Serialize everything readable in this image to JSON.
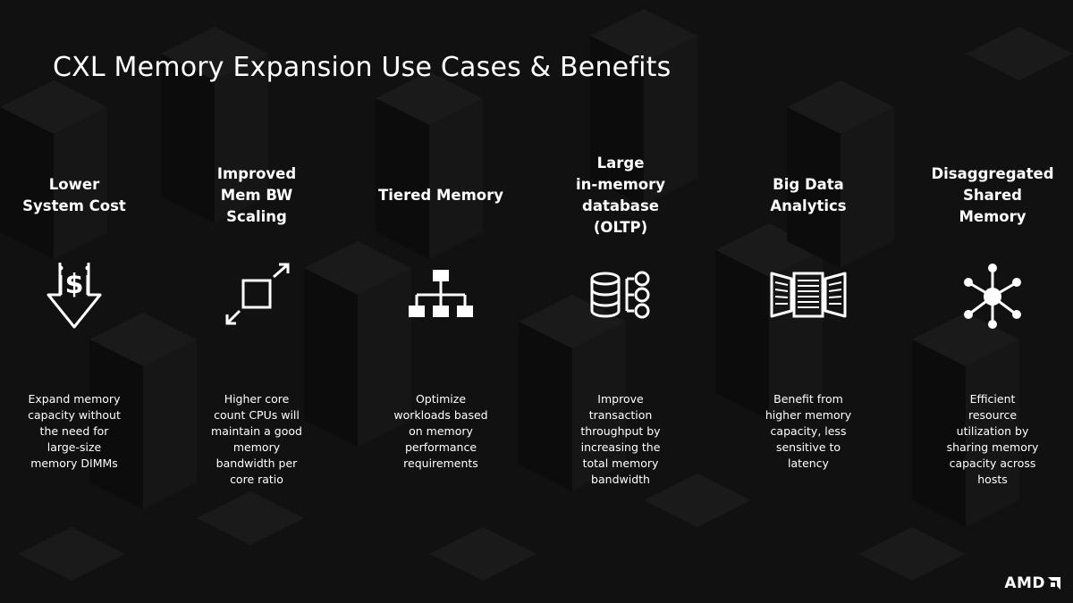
{
  "slide": {
    "title": "CXL Memory Expansion Use Cases & Benefits",
    "logo_text": "AMD",
    "colors": {
      "background": "#101010",
      "text": "#ffffff"
    }
  },
  "columns": [
    {
      "heading": "Lower\nSystem Cost",
      "icon": "dollar-down-arrow-icon",
      "description": "Expand memory\ncapacity without\nthe need for\nlarge-size\nmemory DIMMs"
    },
    {
      "heading": "Improved\nMem BW\nScaling",
      "icon": "expand-square-icon",
      "description": "Higher core\ncount CPUs will\nmaintain a good\nmemory\nbandwidth per\ncore ratio"
    },
    {
      "heading": "Tiered Memory",
      "icon": "hierarchy-icon",
      "description": "Optimize\nworkloads based\non memory\nperformance\nrequirements"
    },
    {
      "heading": "Large\nin-memory\ndatabase (OLTP)",
      "icon": "database-icon",
      "description": "Improve\ntransaction\nthroughput by\nincreasing the\ntotal memory\nbandwidth"
    },
    {
      "heading": "Big Data\nAnalytics",
      "icon": "server-racks-icon",
      "description": "Benefit from\nhigher memory\ncapacity, less\nsensitive to\nlatency"
    },
    {
      "heading": "Disaggregated\nShared\nMemory",
      "icon": "hub-network-icon",
      "description": "Efficient\nresource\nutilization by\nsharing memory\ncapacity across\nhosts"
    }
  ]
}
